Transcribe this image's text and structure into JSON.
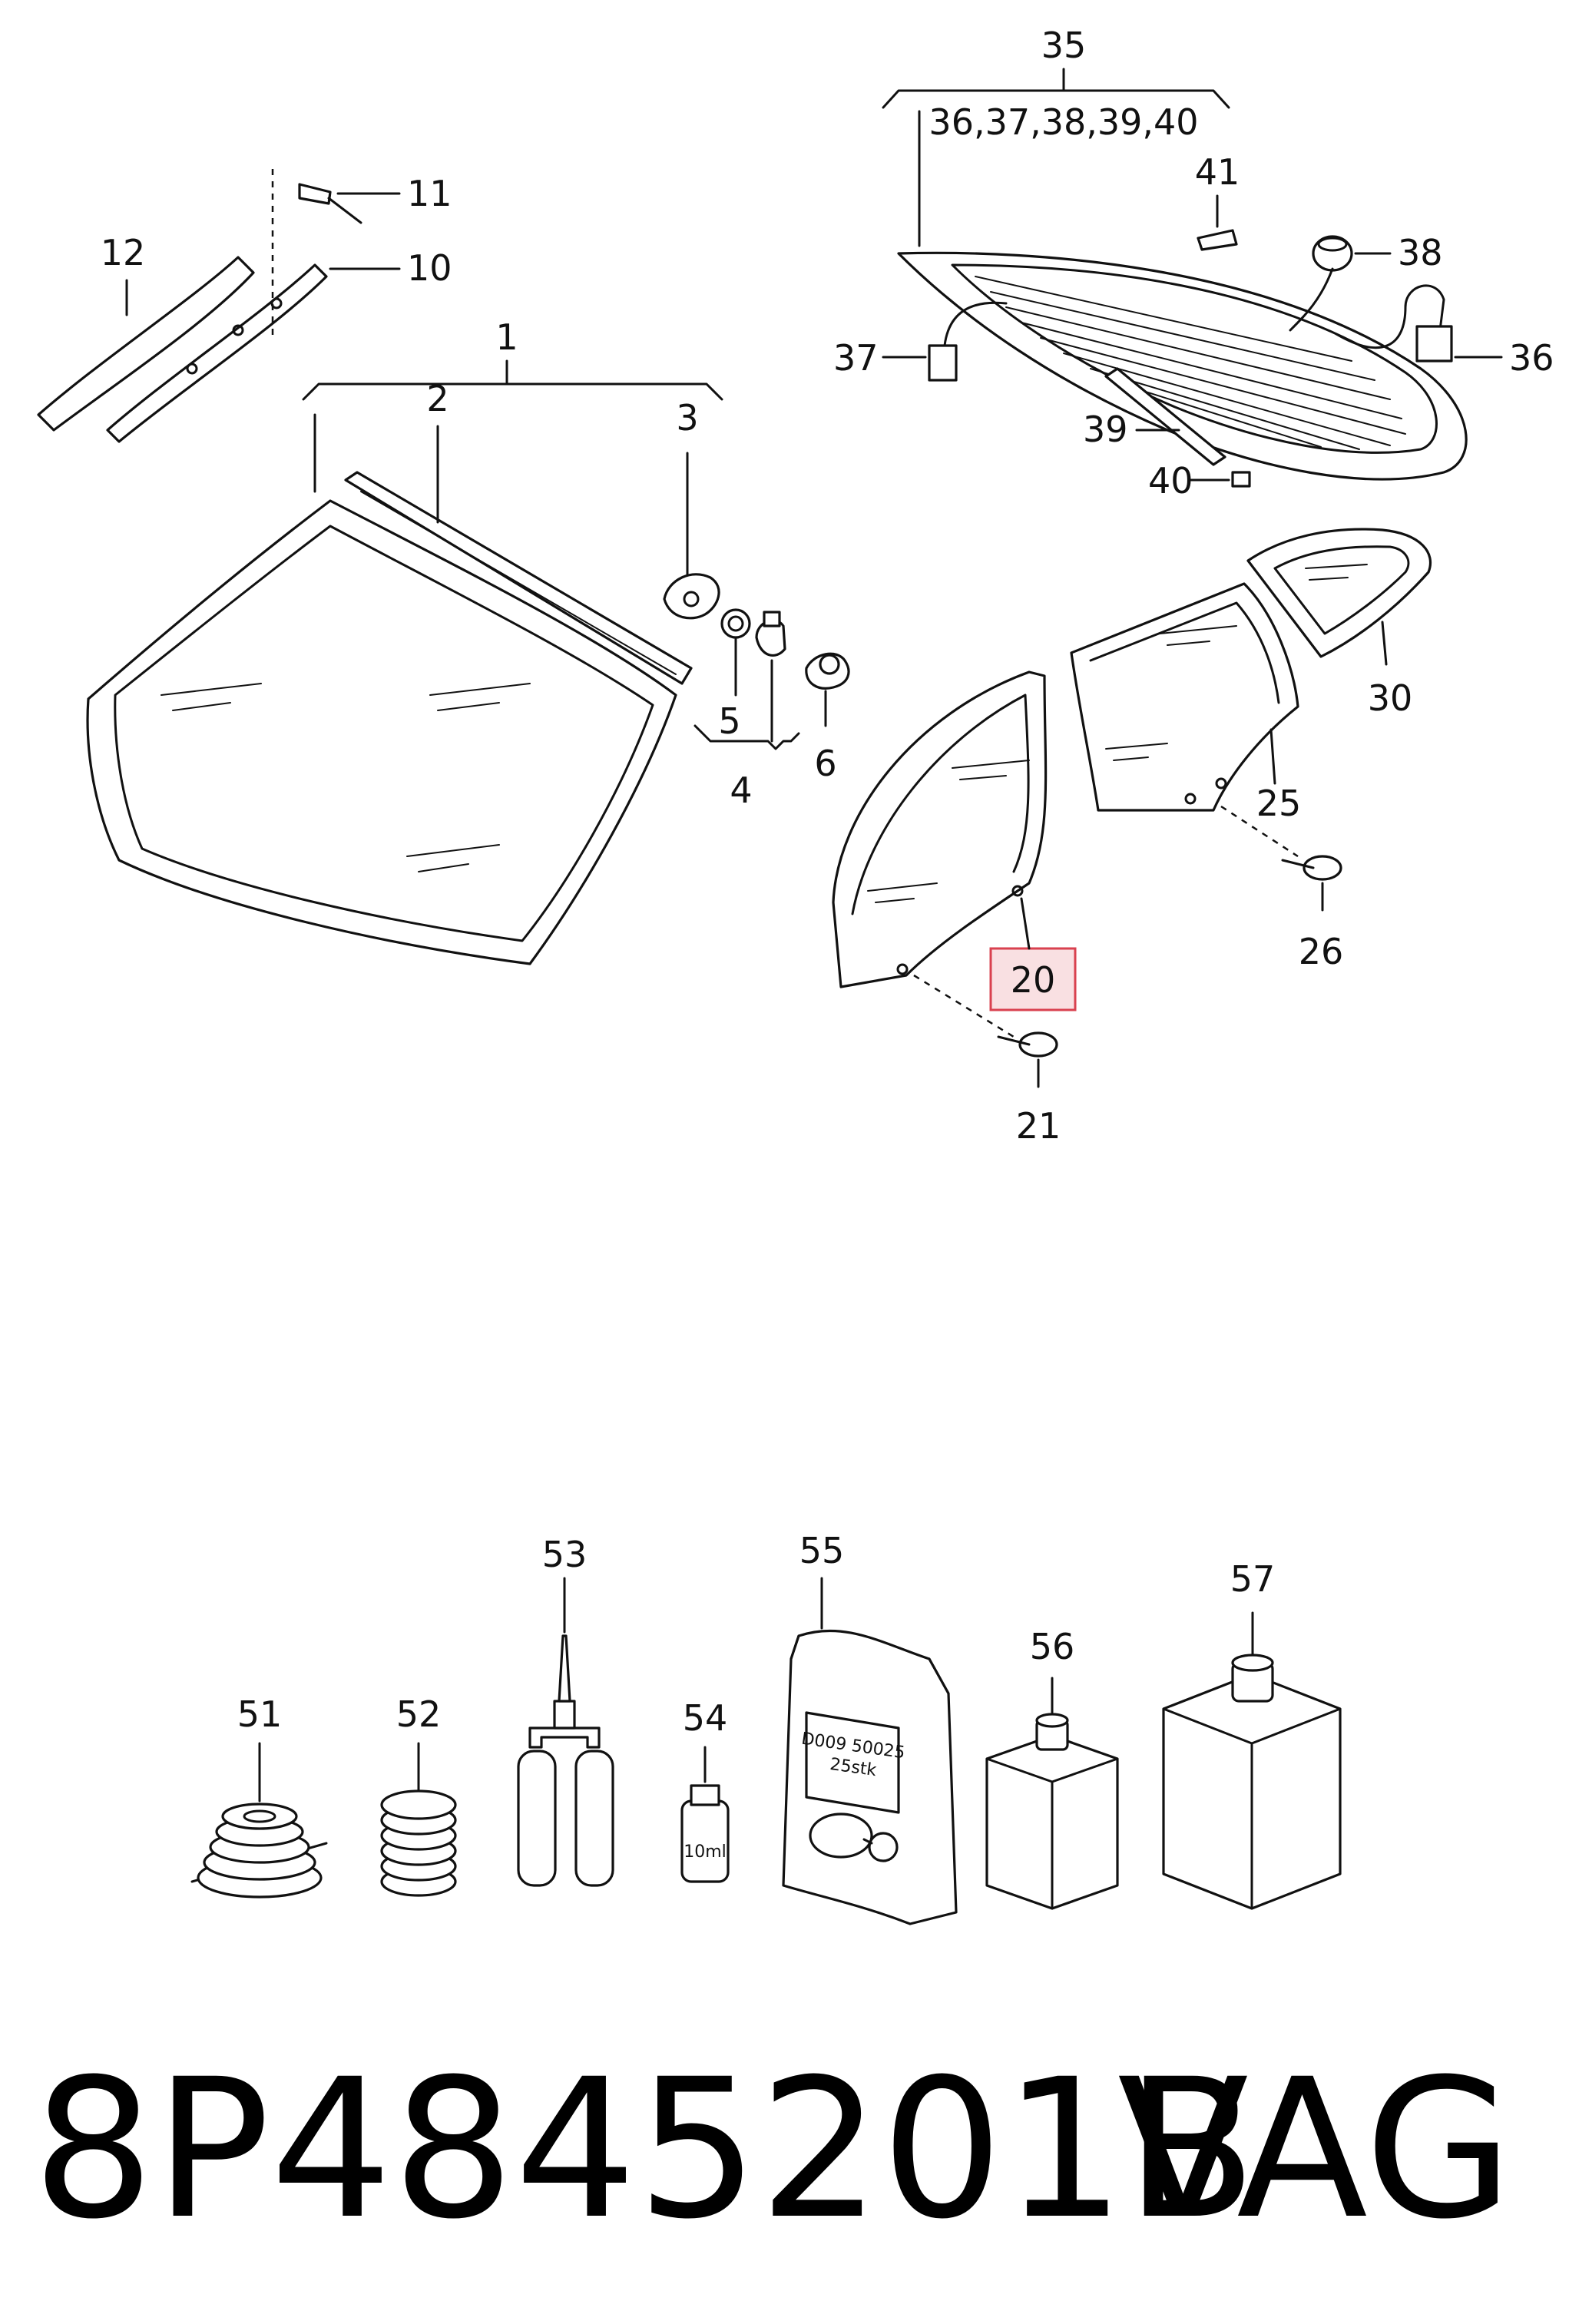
{
  "callouts": {
    "c1": "1",
    "c2": "2",
    "c3": "3",
    "c4": "4",
    "c5": "5",
    "c6": "6",
    "c10": "10",
    "c11": "11",
    "c12": "12",
    "c20": "20",
    "c21": "21",
    "c25": "25",
    "c26": "26",
    "c30": "30",
    "c35": "35",
    "c35sub": "36,37,38,39,40",
    "c36": "36",
    "c37": "37",
    "c38": "38",
    "c39": "39",
    "c40": "40",
    "c41": "41",
    "c51": "51",
    "c52": "52",
    "c53": "53",
    "c54": "54",
    "c55": "55",
    "c56": "56",
    "c57": "57"
  },
  "labels": {
    "bottle_volume": "10ml",
    "bag_line1": "D009 50025",
    "bag_line2": "25stk"
  },
  "highlighted_callout": "20",
  "footer": {
    "part_number": "8P4845201B",
    "brand": "VAG"
  },
  "colors": {
    "highlight_fill": "#f9e0e2",
    "highlight_stroke": "#d9414f",
    "line": "#111111"
  }
}
